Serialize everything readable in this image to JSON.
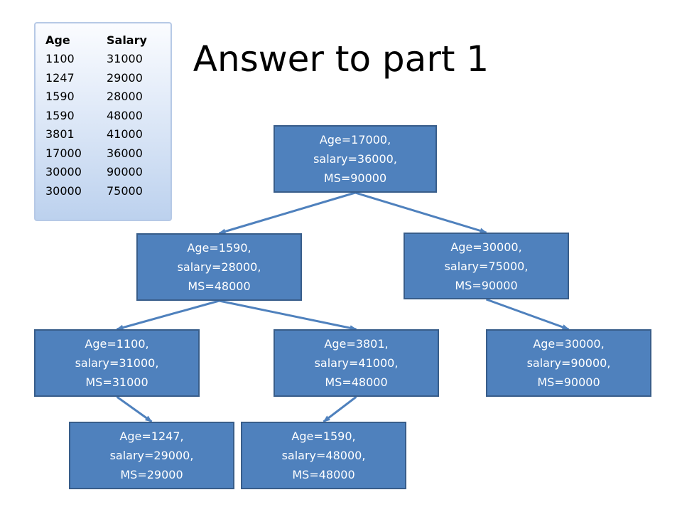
{
  "title": "Answer to part 1",
  "table": {
    "headers": [
      "Age",
      "Salary"
    ],
    "rows": [
      [
        "1100",
        "31000"
      ],
      [
        "1247",
        "29000"
      ],
      [
        "1590",
        "28000"
      ],
      [
        "1590",
        "48000"
      ],
      [
        "3801",
        "41000"
      ],
      [
        "17000",
        "36000"
      ],
      [
        "30000",
        "90000"
      ],
      [
        "30000",
        "75000"
      ]
    ]
  },
  "nodes": [
    {
      "id": "root",
      "lines": [
        "Age=17000,",
        "salary=36000,",
        "MS=90000"
      ]
    },
    {
      "id": "left",
      "lines": [
        "Age=1590,",
        "salary=28000,",
        "MS=48000"
      ]
    },
    {
      "id": "right",
      "lines": [
        "Age=30000,",
        "salary=75000,",
        "MS=90000"
      ]
    },
    {
      "id": "left-left",
      "lines": [
        "Age=1100,",
        "salary=31000,",
        "MS=31000"
      ]
    },
    {
      "id": "left-right",
      "lines": [
        "Age=3801,",
        "salary=41000,",
        "MS=48000"
      ]
    },
    {
      "id": "right-right",
      "lines": [
        "Age=30000,",
        "salary=90000,",
        "MS=90000"
      ]
    },
    {
      "id": "left-left-right",
      "lines": [
        "Age=1247,",
        "salary=29000,",
        "MS=29000"
      ]
    },
    {
      "id": "left-right-left",
      "lines": [
        "Age=1590,",
        "salary=48000,",
        "MS=48000"
      ]
    }
  ],
  "edges": [
    [
      "root",
      "left"
    ],
    [
      "root",
      "right"
    ],
    [
      "left",
      "left-left"
    ],
    [
      "left",
      "left-right"
    ],
    [
      "right",
      "right-right"
    ],
    [
      "left-left",
      "left-left-right"
    ],
    [
      "left-right",
      "left-right-left"
    ]
  ],
  "colors": {
    "node_fill": "#4f81bd",
    "node_border": "#385d8a",
    "edge": "#4f81bd",
    "table_gradient_top": "#fbfcff",
    "table_gradient_bottom": "#bcd1ee"
  }
}
